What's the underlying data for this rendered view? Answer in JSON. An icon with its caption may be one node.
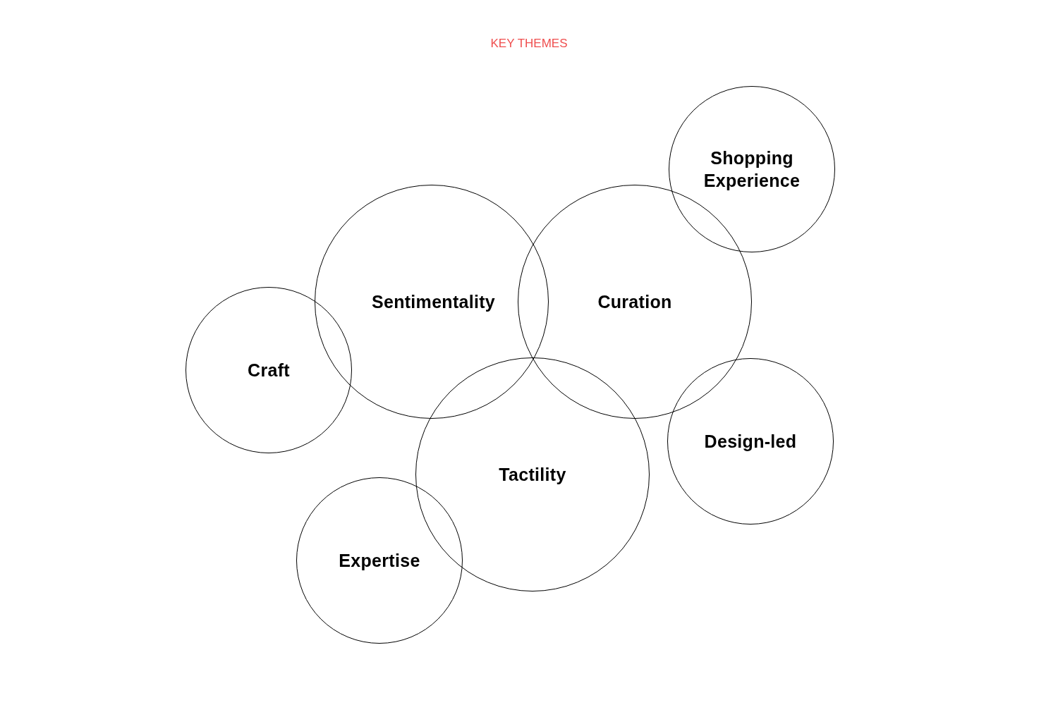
{
  "diagram": {
    "title": "KEY THEMES",
    "nodes": [
      {
        "text": [
          "Shopping Experience"
        ]
      },
      {
        "text": [
          "Sentimentality"
        ]
      },
      {
        "text": [
          "Curation"
        ]
      },
      {
        "text": [
          "Craft"
        ]
      },
      {
        "text": [
          "Tactility"
        ]
      },
      {
        "text": [
          "Design-led"
        ]
      },
      {
        "text": [
          "Expertise"
        ]
      }
    ]
  }
}
